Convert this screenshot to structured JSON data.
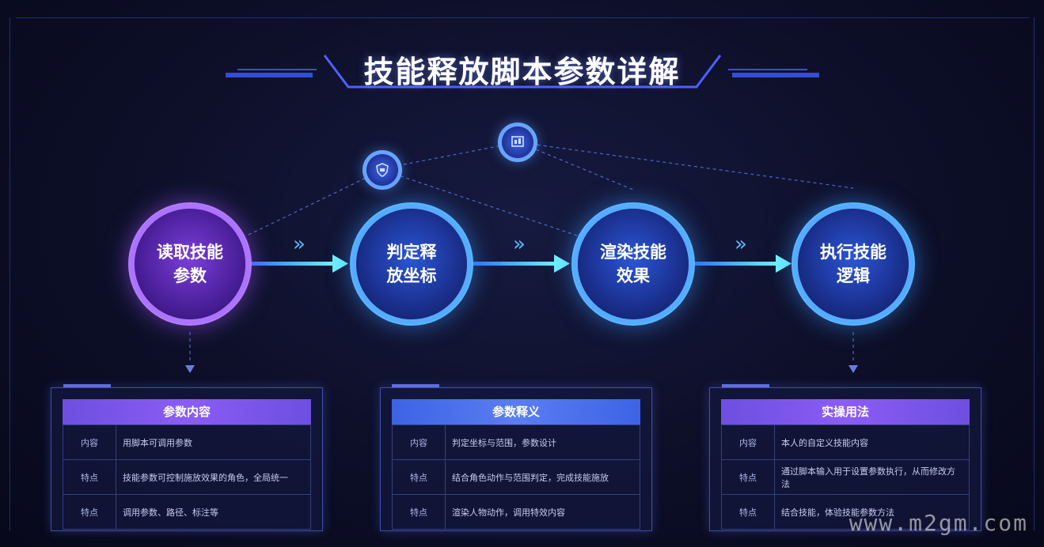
{
  "title": "技能释放脚本参数详解",
  "nodes": [
    {
      "line1": "读取技能",
      "line2": "参数"
    },
    {
      "line1": "判定释",
      "line2": "放坐标"
    },
    {
      "line1": "渲染技能",
      "line2": "效果"
    },
    {
      "line1": "执行技能",
      "line2": "逻辑"
    }
  ],
  "arrow_glyph": "»",
  "icons": [
    "shield-icon",
    "chart-icon"
  ],
  "panels": [
    {
      "heading": "参数内容",
      "rows": [
        {
          "key": "内容",
          "value": "用脚本可调用参数"
        },
        {
          "key": "特点",
          "value": "技能参数可控制施放效果的角色，全局统一"
        },
        {
          "key": "特点",
          "value": "调用参数、路径、标注等"
        }
      ]
    },
    {
      "heading": "参数释义",
      "rows": [
        {
          "key": "内容",
          "value": "判定坐标与范围，参数设计"
        },
        {
          "key": "特点",
          "value": "结合角色动作与范围判定，完成技能施放"
        },
        {
          "key": "特点",
          "value": "渲染人物动作，调用特效内容"
        }
      ]
    },
    {
      "heading": "实操用法",
      "rows": [
        {
          "key": "内容",
          "value": "本人的自定义技能内容"
        },
        {
          "key": "特点",
          "value": "通过脚本输入用于设置参数执行，从而修改方法"
        },
        {
          "key": "特点",
          "value": "结合技能，体验技能参数方法"
        }
      ]
    }
  ],
  "watermark": "www.m2gm.com",
  "colors": {
    "purple": "#8b5cf6",
    "blue": "#59b6ff",
    "arrow": "#4cd3ff"
  }
}
